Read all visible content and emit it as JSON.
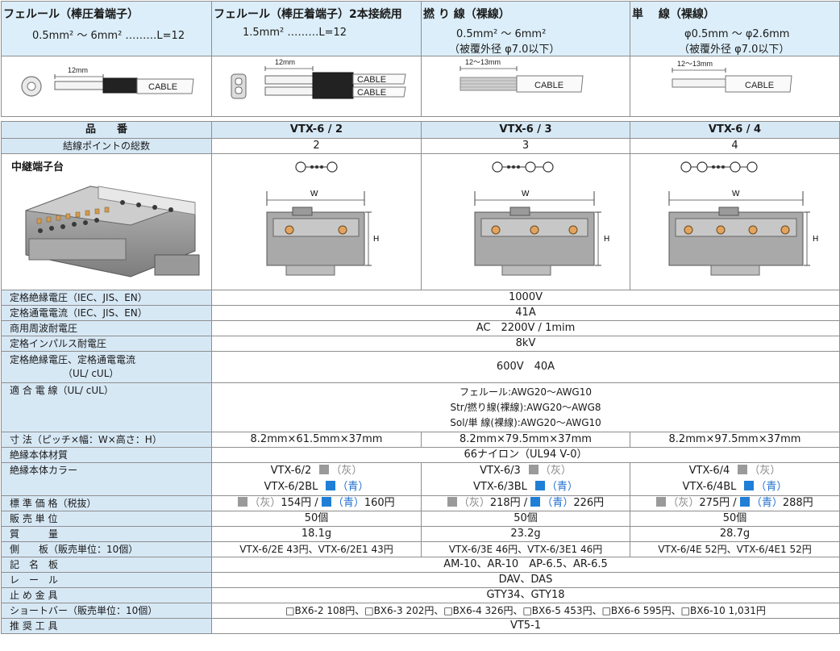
{
  "wire_types": [
    {
      "title": "フェルール（棒圧着端子）",
      "spec": "0.5mm² ～ 6mm² ………L=12",
      "spec2": "",
      "dim": "12mm",
      "cables": [
        "CABLE"
      ]
    },
    {
      "title": "フェルール（棒圧着端子）2本接続用",
      "spec": "1.5mm² ………L=12",
      "spec2": "",
      "dim": "12mm",
      "cables": [
        "CABLE",
        "CABLE"
      ]
    },
    {
      "title": "撚 り 線（裸線）",
      "spec": "0.5mm² ～ 6mm²",
      "spec2": "（被覆外径 φ7.0以下）",
      "dim": "12～13mm",
      "cables": [
        "CABLE"
      ]
    },
    {
      "title": "単　 線（裸線）",
      "spec": "φ0.5mm ～ φ2.6mm",
      "spec2": "（被覆外径 φ7.0以下）",
      "dim": "12～13mm",
      "cables": [
        "CABLE"
      ]
    }
  ],
  "spec": {
    "header": {
      "label": "品　　番",
      "models": [
        "VTX-6 / 2",
        "VTX-6 / 3",
        "VTX-6 / 4"
      ]
    },
    "points": {
      "label": "結線ポイントの総数",
      "values": [
        "2",
        "3",
        "4"
      ]
    },
    "block": {
      "title": "中継端子台",
      "dim_w": "W",
      "dim_h": "H"
    },
    "rated_insulation_voltage": {
      "label": "定格絶縁電圧（IEC、JIS、EN）",
      "value": "1000V"
    },
    "rated_current": {
      "label": "定格通電電流（IEC、JIS、EN）",
      "value": "41A"
    },
    "withstand_voltage": {
      "label": "商用周波耐電圧",
      "value": "AC　2200V / 1mim"
    },
    "impulse_voltage": {
      "label": "定格インパルス耐電圧",
      "value": "8kV"
    },
    "ul_rating": {
      "label1": "定格絶縁電圧、定格通電電流",
      "label2": "（UL/ cUL）",
      "value": "600V　40A"
    },
    "ul_wire": {
      "label": "適 合 電 線（UL/ cUL）",
      "lines": [
        "フェルール:AWG20～AWG10",
        "Str/撚り線(裸線):AWG20～AWG8",
        "Sol/単 線(裸線):AWG20～AWG10"
      ]
    },
    "dimensions": {
      "label": "寸 法（ピッチ×幅：W×高さ：H）",
      "values": [
        "8.2mm×61.5mm×37mm",
        "8.2mm×79.5mm×37mm",
        "8.2mm×97.5mm×37mm"
      ]
    },
    "material": {
      "label": "絶縁本体材質",
      "value": "66ナイロン（UL94 V-0）"
    },
    "body_color": {
      "label": "絶縁本体カラー",
      "gray_label": "（灰）",
      "blue_label": "（青）",
      "gray_models": [
        "VTX-6/2",
        "VTX-6/3",
        "VTX-6/4"
      ],
      "blue_models": [
        "VTX-6/2BL",
        "VTX-6/3BL",
        "VTX-6/4BL"
      ]
    },
    "price": {
      "label": "標 準 価 格（税抜）",
      "gray_label": "（灰）",
      "blue_label": "（青）",
      "sep": " / ",
      "gray": [
        "154円",
        "218円",
        "275円"
      ],
      "blue": [
        "160円",
        "226円",
        "288円"
      ]
    },
    "unit": {
      "label": "販 売 単 位",
      "values": [
        "50個",
        "50個",
        "50個"
      ]
    },
    "mass": {
      "label": "質　　　量",
      "values": [
        "18.1g",
        "23.2g",
        "28.7g"
      ]
    },
    "side_plate": {
      "label": "側　　板（販売単位：10個）",
      "values": [
        "VTX-6/2E  43円、VTX-6/2E1  43円",
        "VTX-6/3E  46円、VTX-6/3E1  46円",
        "VTX-6/4E  52円、VTX-6/4E1  52円"
      ]
    },
    "marker": {
      "label": "記　名　板",
      "value": "AM-10、AR-10　AP-6.5、AR-6.5"
    },
    "rail": {
      "label": "レ　ー　ル",
      "value": "DAV、DAS"
    },
    "stopper": {
      "label": "止 め 金 具",
      "value": "GTY34、GTY18"
    },
    "short_bar": {
      "label": "ショートバー（販売単位：10個）",
      "value": "□BX6-2  108円、□BX6-3  202円、□BX6-4  326円、□BX6-5  453円、□BX6-6  595円、□BX6-10  1,031円"
    },
    "tool": {
      "label": "推 奨 工 具",
      "value": "VT5-1"
    }
  },
  "colors": {
    "label_bg": "#d7e8f5",
    "wire_head_bg": "#dceef9",
    "gray_chip": "#9a9a9a",
    "blue_chip": "#1f7fd6",
    "grid": "#8e8e8e"
  },
  "icons": [
    "ferrule-end-icon",
    "twin-ferrule-end-icon",
    "stranded-wire-icon",
    "solid-wire-icon",
    "terminal-block-photo",
    "terminal-block-diagram"
  ]
}
